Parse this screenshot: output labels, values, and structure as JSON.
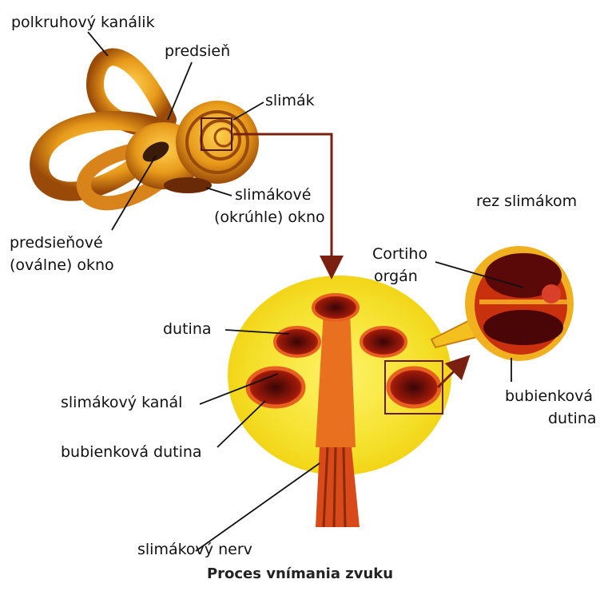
{
  "labels": {
    "semicircular_canal": "polkruhový kanálik",
    "vestibule": "predsieň",
    "cochlea": "slimák",
    "round_window_1": "slimákové",
    "round_window_2": "(okrúhle) okno",
    "oval_window_1": "predsieňové",
    "oval_window_2": "(oválne) okno",
    "cochlea_section": "rez slimákom",
    "organ_corti_1": "Cortiho",
    "organ_corti_2": "orgán",
    "cavity": "dutina",
    "cochlear_duct": "slimákový kanál",
    "tympanic_cavity": "bubienková dutina",
    "tympanic_1": "bubienková",
    "tympanic_2": "dutina",
    "cochlear_nerve": "slimákový nerv"
  },
  "caption": "Proces vnímania zvuku",
  "colors": {
    "bone_orange": "#e8a020",
    "bone_dark": "#8a3a08",
    "tissue_yellow": "#f4ea2a",
    "tissue_red": "#d8321a",
    "arrow": "#7a2010"
  }
}
